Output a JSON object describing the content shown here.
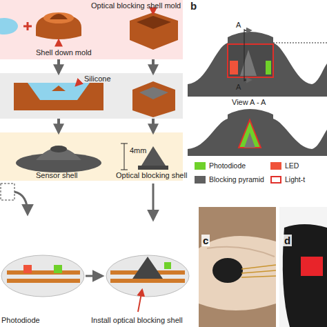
{
  "diagram": {
    "nodes": [
      {
        "text": [
          "Optical blocking shell mold",
          "Shell down mold"
        ]
      },
      {
        "text": [
          "Silicone"
        ]
      },
      {
        "text": [
          "4mm",
          "Sensor shell",
          "Optical blocking shell"
        ]
      }
    ],
    "edges": [
      {
        "from": 0,
        "to": 1,
        "arrow": "to"
      },
      {
        "from": 0,
        "to": 1,
        "arrow": "to"
      },
      {
        "from": 1,
        "to": 2,
        "arrow": "to"
      },
      {
        "from": 1,
        "to": 2,
        "arrow": "to"
      }
    ],
    "labels": [
      "b",
      "A",
      "A",
      "View A - A",
      "Photodiode",
      "Install optical blocking shell",
      "c",
      "d"
    ],
    "legend": [
      {
        "text": "Photodiode",
        "color": "#6fd12a"
      },
      {
        "text": "LED",
        "color": "#f0533a"
      },
      {
        "text": "Blocking pyramid",
        "color": "#606060"
      },
      {
        "text": "Light-t"
      }
    ]
  }
}
